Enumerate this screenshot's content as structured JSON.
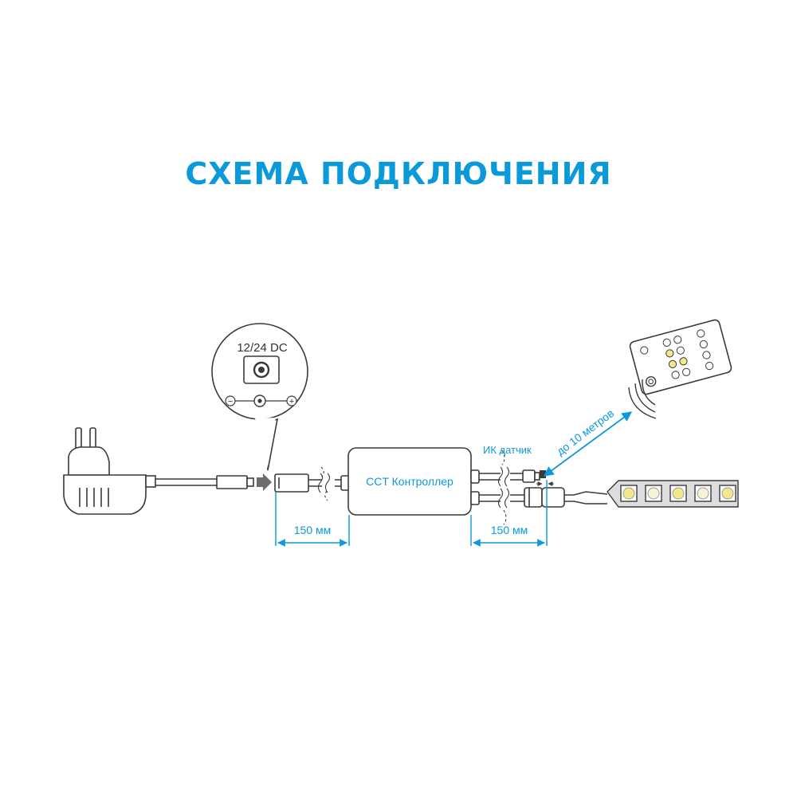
{
  "title": "СХЕМА ПОДКЛЮЧЕНИЯ",
  "colors": {
    "accent": "#0a9ad9",
    "line": "#3a3a3a",
    "led_warm": "#f3e98a",
    "led_cold": "#f7f3d6",
    "strip": "#dedede"
  },
  "labels": {
    "voltage": "12/24 DC",
    "controller": "CCT Контроллер",
    "ir_sensor": "ИК датчик",
    "range": "до 10 метров",
    "dim_left": "150 мм",
    "dim_right": "150 мм",
    "minus": "−",
    "plus": "+"
  },
  "icons": {
    "adapter": "power-adapter-icon",
    "remote": "ir-remote-icon",
    "strip": "led-strip-icon",
    "arrow": "arrow-right-icon"
  }
}
